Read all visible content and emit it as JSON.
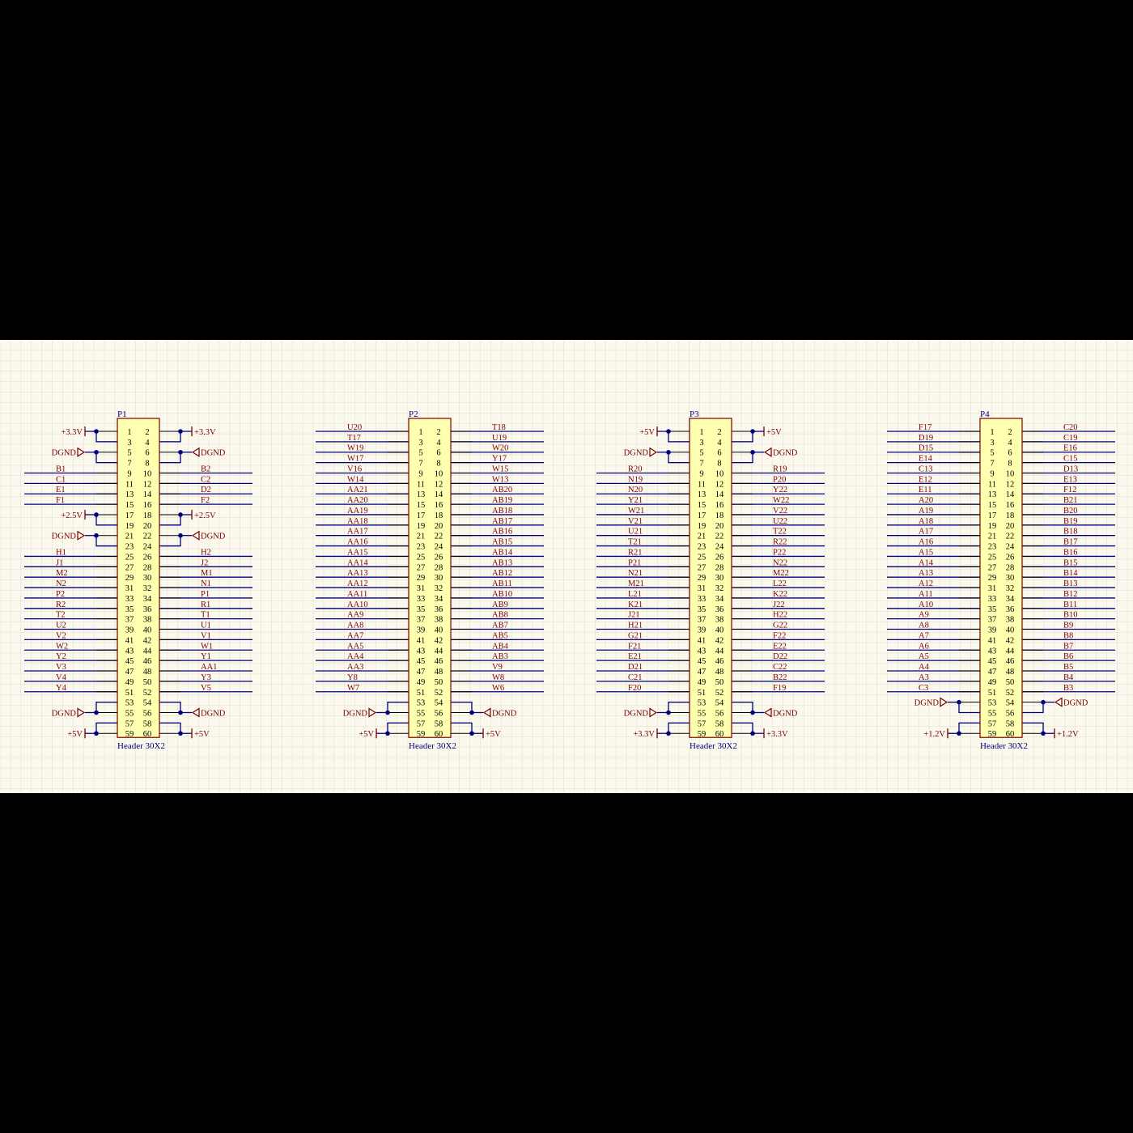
{
  "colors": {
    "background": "#000000",
    "sheet": "#fbf9ee",
    "grid": "#e6e1cf",
    "body_fill": "#ffffb0",
    "body_border": "#7a0000",
    "wire": "#000080",
    "net_label": "#7a0000",
    "junction": "#000080"
  },
  "headers": [
    {
      "designator": "P1",
      "comment": "Header 30X2",
      "left_nets": [
        "+3.3V",
        "",
        "DGND",
        "",
        "B1",
        "C1",
        "E1",
        "F1",
        "+2.5V",
        "",
        "DGND",
        "",
        "H1",
        "J1",
        "M2",
        "N2",
        "P2",
        "R2",
        "T2",
        "U2",
        "V2",
        "W2",
        "Y2",
        "V3",
        "V4",
        "Y4",
        "",
        "DGND",
        "",
        "+5V"
      ],
      "right_nets": [
        "+3.3V",
        "",
        "DGND",
        "",
        "B2",
        "C2",
        "D2",
        "F2",
        "+2.5V",
        "",
        "DGND",
        "",
        "H2",
        "J2",
        "M1",
        "N1",
        "P1",
        "R1",
        "T1",
        "U1",
        "V1",
        "W1",
        "Y1",
        "AA1",
        "Y3",
        "V5",
        "",
        "DGND",
        "",
        "+5V"
      ],
      "left_power": [
        {
          "label": "+3.3V",
          "kind": "bar",
          "row": 0,
          "bridge": [
            0,
            1
          ]
        },
        {
          "label": "DGND",
          "kind": "gnd",
          "row": 2,
          "bridge": [
            2,
            3
          ]
        },
        {
          "label": "+2.5V",
          "kind": "bar",
          "row": 8,
          "bridge": [
            8,
            9
          ]
        },
        {
          "label": "DGND",
          "kind": "gnd",
          "row": 10,
          "bridge": [
            10,
            11
          ]
        },
        {
          "label": "DGND",
          "kind": "gnd",
          "row": 27,
          "bridge": [
            26,
            27
          ]
        },
        {
          "label": "+5V",
          "kind": "bar",
          "row": 29,
          "bridge": [
            28,
            29
          ]
        }
      ],
      "right_power": [
        {
          "label": "+3.3V",
          "kind": "bar",
          "row": 0,
          "bridge": [
            0,
            1
          ]
        },
        {
          "label": "DGND",
          "kind": "gnd",
          "row": 2,
          "bridge": [
            2,
            3
          ]
        },
        {
          "label": "+2.5V",
          "kind": "bar",
          "row": 8,
          "bridge": [
            8,
            9
          ]
        },
        {
          "label": "DGND",
          "kind": "gnd",
          "row": 10,
          "bridge": [
            10,
            11
          ]
        },
        {
          "label": "DGND",
          "kind": "gnd",
          "row": 27,
          "bridge": [
            26,
            27
          ]
        },
        {
          "label": "+5V",
          "kind": "bar",
          "row": 29,
          "bridge": [
            28,
            29
          ]
        }
      ]
    },
    {
      "designator": "P2",
      "comment": "Header 30X2",
      "left_nets": [
        "U20",
        "T17",
        "W19",
        "W17",
        "V16",
        "W14",
        "AA21",
        "AA20",
        "AA19",
        "AA18",
        "AA17",
        "AA16",
        "AA15",
        "AA14",
        "AA13",
        "AA12",
        "AA11",
        "AA10",
        "AA9",
        "AA8",
        "AA7",
        "AA5",
        "AA4",
        "AA3",
        "Y8",
        "W7",
        "",
        "DGND",
        "",
        "+5V"
      ],
      "right_nets": [
        "T18",
        "U19",
        "W20",
        "Y17",
        "W15",
        "W13",
        "AB20",
        "AB19",
        "AB18",
        "AB17",
        "AB16",
        "AB15",
        "AB14",
        "AB13",
        "AB12",
        "AB11",
        "AB10",
        "AB9",
        "AB8",
        "AB7",
        "AB5",
        "AB4",
        "AB3",
        "V9",
        "W8",
        "W6",
        "",
        "DGND",
        "",
        "+5V"
      ],
      "left_power": [
        {
          "label": "DGND",
          "kind": "gnd",
          "row": 27,
          "bridge": [
            26,
            27
          ]
        },
        {
          "label": "+5V",
          "kind": "bar",
          "row": 29,
          "bridge": [
            28,
            29
          ]
        }
      ],
      "right_power": [
        {
          "label": "DGND",
          "kind": "gnd",
          "row": 27,
          "bridge": [
            26,
            27
          ]
        },
        {
          "label": "+5V",
          "kind": "bar",
          "row": 29,
          "bridge": [
            28,
            29
          ]
        }
      ]
    },
    {
      "designator": "P3",
      "comment": "Header 30X2",
      "left_nets": [
        "+5V",
        "",
        "DGND",
        "",
        "R20",
        "N19",
        "N20",
        "Y21",
        "W21",
        "V21",
        "U21",
        "T21",
        "R21",
        "P21",
        "N21",
        "M21",
        "L21",
        "K21",
        "J21",
        "H21",
        "G21",
        "F21",
        "E21",
        "D21",
        "C21",
        "F20",
        "",
        "DGND",
        "",
        "+3.3V"
      ],
      "right_nets": [
        "+5V",
        "",
        "DGND",
        "",
        "R19",
        "P20",
        "Y22",
        "W22",
        "V22",
        "U22",
        "T22",
        "R22",
        "P22",
        "N22",
        "M22",
        "L22",
        "K22",
        "J22",
        "H22",
        "G22",
        "F22",
        "E22",
        "D22",
        "C22",
        "B22",
        "F19",
        "",
        "DGND",
        "",
        "+3.3V"
      ],
      "left_power": [
        {
          "label": "+5V",
          "kind": "bar",
          "row": 0,
          "bridge": [
            0,
            1
          ]
        },
        {
          "label": "DGND",
          "kind": "gnd",
          "row": 2,
          "bridge": [
            2,
            3
          ]
        },
        {
          "label": "DGND",
          "kind": "gnd",
          "row": 27,
          "bridge": [
            26,
            27
          ]
        },
        {
          "label": "+3.3V",
          "kind": "bar",
          "row": 29,
          "bridge": [
            28,
            29
          ]
        }
      ],
      "right_power": [
        {
          "label": "+5V",
          "kind": "bar",
          "row": 0,
          "bridge": [
            0,
            1
          ]
        },
        {
          "label": "DGND",
          "kind": "gnd",
          "row": 2,
          "bridge": [
            2,
            3
          ]
        },
        {
          "label": "DGND",
          "kind": "gnd",
          "row": 27,
          "bridge": [
            26,
            27
          ]
        },
        {
          "label": "+3.3V",
          "kind": "bar",
          "row": 29,
          "bridge": [
            28,
            29
          ]
        }
      ]
    },
    {
      "designator": "P4",
      "comment": "Header 30X2",
      "left_nets": [
        "F17",
        "D19",
        "D15",
        "E14",
        "C13",
        "E12",
        "E11",
        "A20",
        "A19",
        "A18",
        "A17",
        "A16",
        "A15",
        "A14",
        "A13",
        "A12",
        "A11",
        "A10",
        "A9",
        "A8",
        "A7",
        "A6",
        "A5",
        "A4",
        "A3",
        "C3",
        "DGND",
        "",
        "",
        "+1.2V"
      ],
      "right_nets": [
        "C20",
        "C19",
        "E16",
        "C15",
        "D13",
        "E13",
        "F12",
        "B21",
        "B20",
        "B19",
        "B18",
        "B17",
        "B16",
        "B15",
        "B14",
        "B13",
        "B12",
        "B11",
        "B10",
        "B9",
        "B8",
        "B7",
        "B6",
        "B5",
        "B4",
        "B3",
        "DGND",
        "",
        "",
        "+1.2V"
      ],
      "left_power": [
        {
          "label": "DGND",
          "kind": "gnd",
          "row": 26,
          "bridge": [
            26,
            27
          ]
        },
        {
          "label": "+1.2V",
          "kind": "bar",
          "row": 29,
          "bridge": [
            28,
            29
          ]
        }
      ],
      "right_power": [
        {
          "label": "DGND",
          "kind": "gnd",
          "row": 26,
          "bridge": [
            26,
            27
          ]
        },
        {
          "label": "+1.2V",
          "kind": "bar",
          "row": 29,
          "bridge": [
            28,
            29
          ]
        }
      ]
    }
  ]
}
